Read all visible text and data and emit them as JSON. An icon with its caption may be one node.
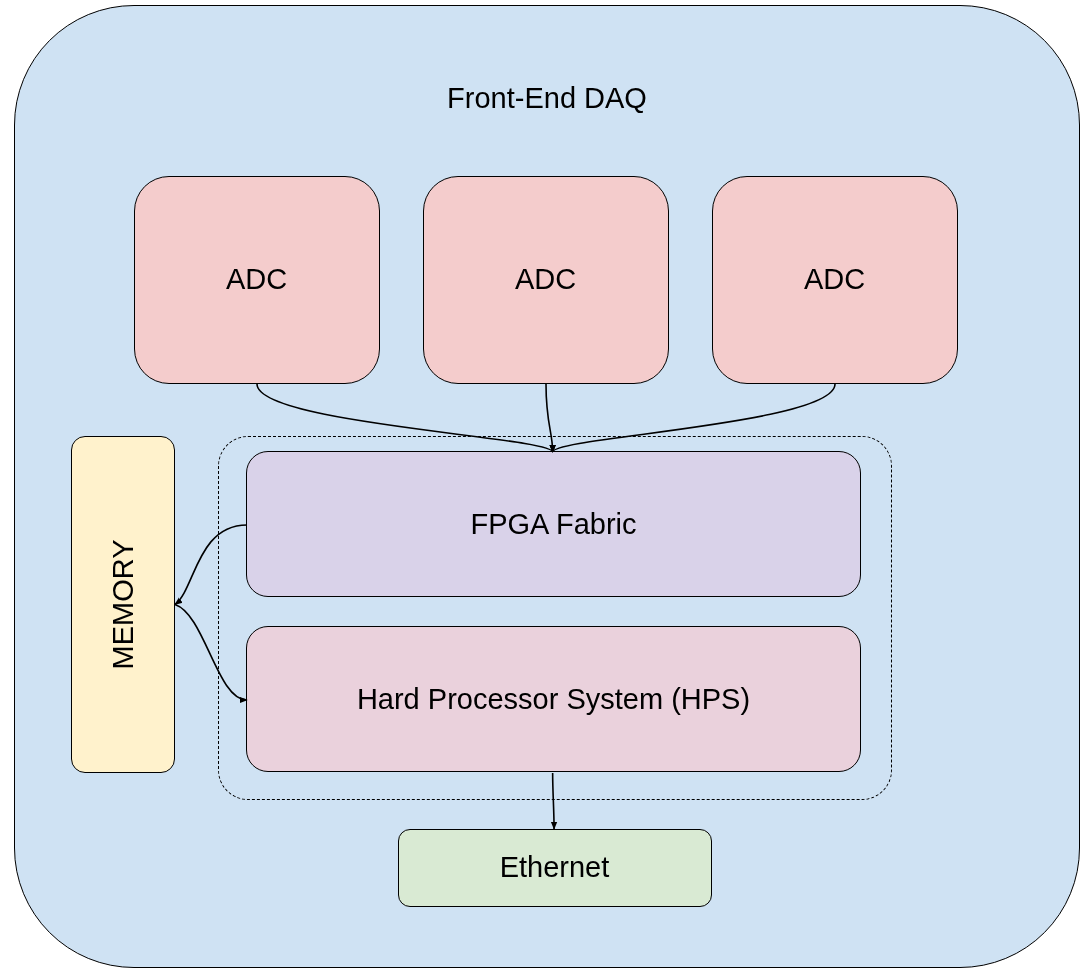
{
  "diagram": {
    "nodes": [
      {
        "text": [
          "Front-End DAQ"
        ]
      },
      {
        "text": [
          "ADC"
        ],
        "in": 0
      },
      {
        "text": [
          "ADC"
        ],
        "in": 0
      },
      {
        "text": [
          "ADC"
        ],
        "in": 0
      },
      {
        "text": [],
        "shape": "box",
        "in": 0
      },
      {
        "text": [
          "FPGA Fabric"
        ],
        "in": 4
      },
      {
        "text": [
          "Hard Processor System (HPS)"
        ],
        "in": 4
      },
      {
        "text": [
          "MEMORY"
        ],
        "in": 0
      },
      {
        "text": [
          "Ethernet"
        ],
        "in": 0
      }
    ],
    "edges": [
      {
        "from": 1,
        "to": 5,
        "arrow": "to"
      },
      {
        "from": 2,
        "to": 5,
        "arrow": "to"
      },
      {
        "from": 3,
        "to": 5,
        "arrow": "to"
      },
      {
        "from": 5,
        "to": 7,
        "arrow": "to"
      },
      {
        "from": 7,
        "to": 6,
        "arrow": "to"
      },
      {
        "from": 6,
        "to": 8,
        "arrow": "to"
      }
    ]
  }
}
